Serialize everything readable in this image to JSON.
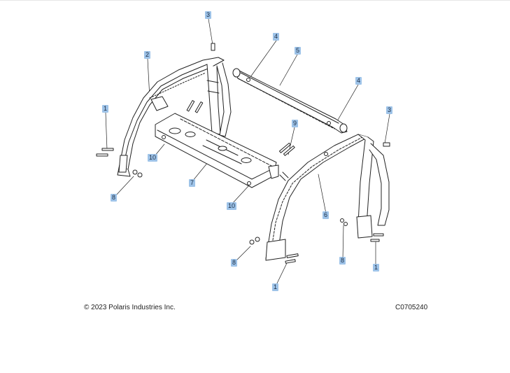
{
  "footer": {
    "copyright": "© 2023 Polaris Industries Inc.",
    "diagram_code": "C0705240"
  },
  "callouts": [
    "3",
    "2",
    "4",
    "5",
    "4",
    "1",
    "3",
    "10",
    "9",
    "7",
    "8",
    "10",
    "6",
    "8",
    "8",
    "1",
    "1"
  ],
  "colors": {
    "callout_bg": "#9ec3e8",
    "line_art": "#222222"
  }
}
